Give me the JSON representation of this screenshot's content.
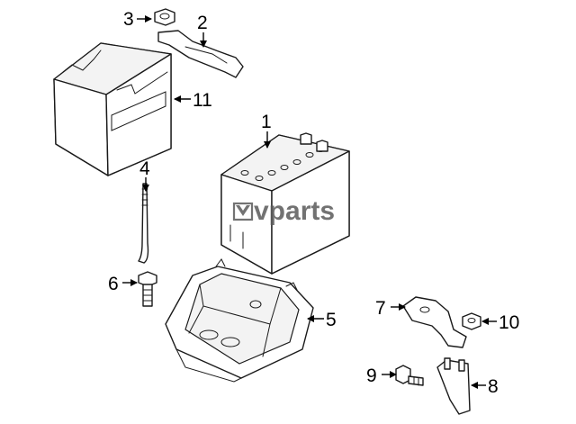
{
  "diagram": {
    "callouts": {
      "c1": "1",
      "c2": "2",
      "c3": "3",
      "c4": "4",
      "c5": "5",
      "c6": "6",
      "c7": "7",
      "c8": "8",
      "c9": "9",
      "c10": "10",
      "c11": "11"
    },
    "watermark": "vparts"
  }
}
